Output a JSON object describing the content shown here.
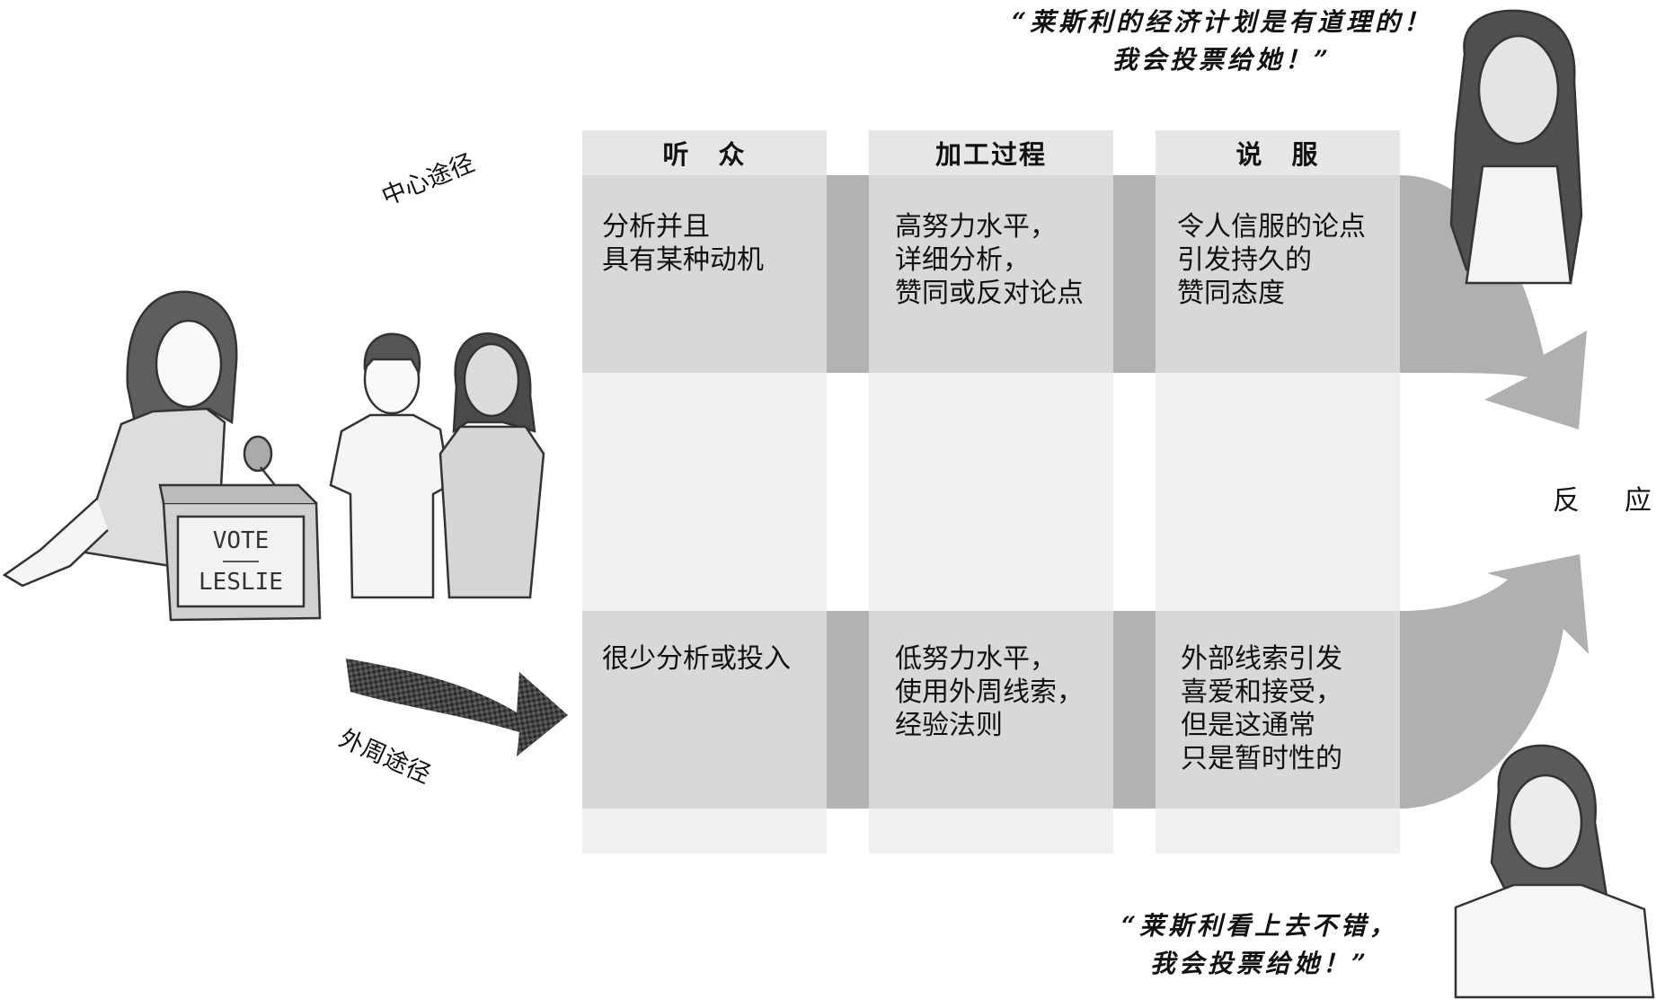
{
  "columns": {
    "audience": "听　众",
    "processing": "加工过程",
    "persuasion": "说　服"
  },
  "central_route": {
    "label": "中心途径",
    "audience": "分析并且\n具有某种动机",
    "processing": "高努力水平，\n详细分析，\n赞同或反对论点",
    "persuasion": "令人信服的论点\n引发持久的\n赞同态度"
  },
  "peripheral_route": {
    "label": "外周途径",
    "audience": "很少分析或投入",
    "processing": "低努力水平，\n使用外周线索，\n经验法则",
    "persuasion": "外部线索引发\n喜爱和接受，\n但是这通常\n只是暂时性的"
  },
  "response_label": "反　应",
  "quotes": {
    "central": "“莱斯利的经济计划是有道理的！\n我会投票给她！”",
    "peripheral": "“莱斯利看上去不错，\n我会投票给她！”"
  },
  "podium_sign": {
    "line1": "VOTE",
    "line2": "LESLIE"
  },
  "colors": {
    "header_bg": "#e6e6e6",
    "middle_bg": "#f0f0f0",
    "row_bg": "#d8d8d8",
    "connector": "#b3b3b3",
    "arrow": "#b0b0b0",
    "peripheral_arrow": "#3a3a3a"
  }
}
